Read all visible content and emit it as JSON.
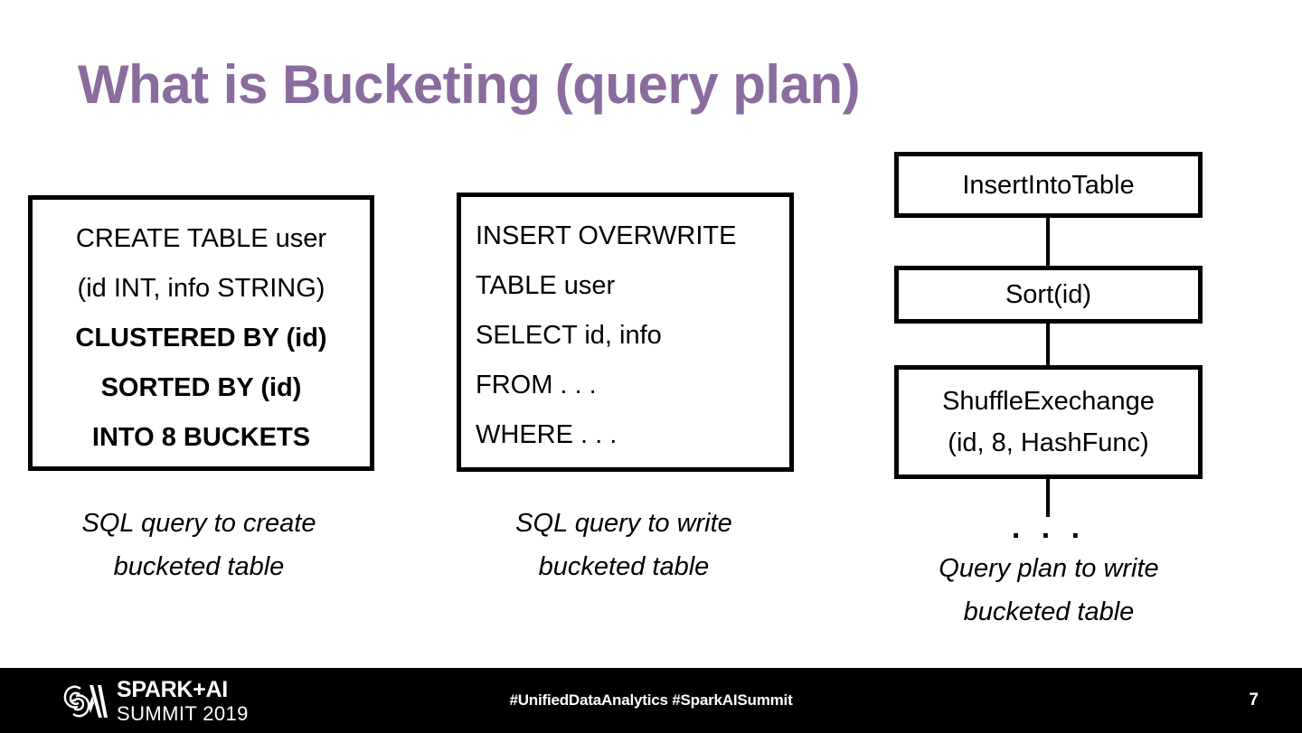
{
  "slide": {
    "title": "What is Bucketing (query plan)",
    "title_color": "#8B6C9E",
    "background": "#FFFFFF"
  },
  "create_table_box": {
    "name": "create-table-sql",
    "lines": [
      {
        "text": "CREATE TABLE user",
        "bold": false
      },
      {
        "text": "(id INT, info STRING)",
        "bold": false
      },
      {
        "text": "CLUSTERED BY (id)",
        "bold": true
      },
      {
        "text": "SORTED BY (id)",
        "bold": true
      },
      {
        "text": "INTO 8 BUCKETS",
        "bold": true
      }
    ],
    "caption": "SQL query to create bucketed table",
    "caption_line1": "SQL query to create",
    "caption_line2": "bucketed table"
  },
  "insert_box": {
    "name": "insert-overwrite-sql",
    "lines": [
      {
        "text": "INSERT OVERWRITE",
        "bold": false
      },
      {
        "text": "TABLE user",
        "bold": false
      },
      {
        "text": "SELECT id, info",
        "bold": false
      },
      {
        "text": "FROM . . .",
        "bold": false
      },
      {
        "text": "WHERE . . .",
        "bold": false
      }
    ],
    "caption": "SQL query to write bucketed table",
    "caption_line1": "SQL query to write",
    "caption_line2": "bucketed table"
  },
  "query_plan": {
    "name": "query-plan-diagram",
    "nodes": [
      {
        "id": "insert-into-table",
        "lines": [
          "InsertIntoTable"
        ]
      },
      {
        "id": "sort",
        "lines": [
          "Sort(id)"
        ]
      },
      {
        "id": "shuffle-exchange",
        "lines": [
          "ShuffleExechange",
          "(id, 8, HashFunc)"
        ]
      }
    ],
    "continuation": ". . .",
    "caption": "Query plan to write bucketed table",
    "caption_line1": "Query plan to write",
    "caption_line2": "bucketed table"
  },
  "footer": {
    "logo_line1": "SPARK+AI",
    "logo_line2": "SUMMIT 2019",
    "hashtags": "#UnifiedDataAnalytics #SparkAISummit",
    "page_number": "7",
    "background": "#000000"
  }
}
